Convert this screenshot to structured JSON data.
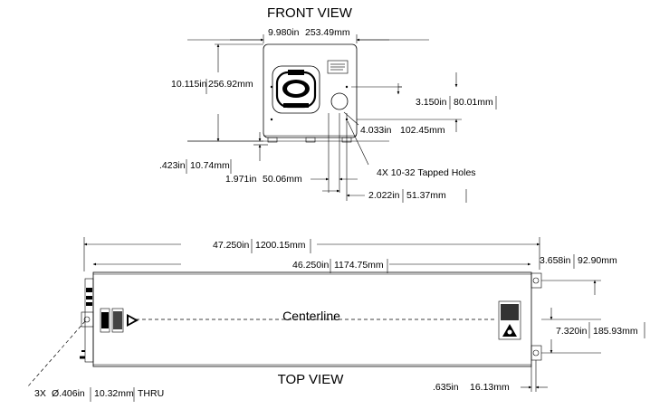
{
  "front_view": {
    "title": "FRONT VIEW",
    "width_in": "9.980in",
    "width_mm": "253.49mm",
    "height_in": "10.115in",
    "height_mm": "256.92mm",
    "hole_height_in": "3.150in",
    "hole_height_mm": "80.01mm",
    "hole_height2_in": "4.033in",
    "hole_height2_mm": "102.45mm",
    "feet_in": ".423in",
    "feet_mm": "10.74mm",
    "hole_x1_in": "1.971in",
    "hole_x1_mm": "50.06mm",
    "hole_x2_in": "2.022in",
    "hole_x2_mm": "51.37mm",
    "tapped_holes": "4X 10-32 Tapped Holes"
  },
  "top_view": {
    "title": "TOP VIEW",
    "overall_in": "47.250in",
    "overall_mm": "1200.15mm",
    "body_in": "46.250in",
    "body_mm": "1174.75mm",
    "mount_offset_in": "3.658in",
    "mount_offset_mm": "92.90mm",
    "mount_spacing_in": "7.320in",
    "mount_spacing_mm": "185.93mm",
    "edge_in": ".635in",
    "edge_mm": "16.13mm",
    "centerline": "Centerline",
    "thru_holes": "3X",
    "thru_dia_in": "Ø.406in",
    "thru_dia_mm": "10.32mm",
    "thru_label": "THRU"
  }
}
